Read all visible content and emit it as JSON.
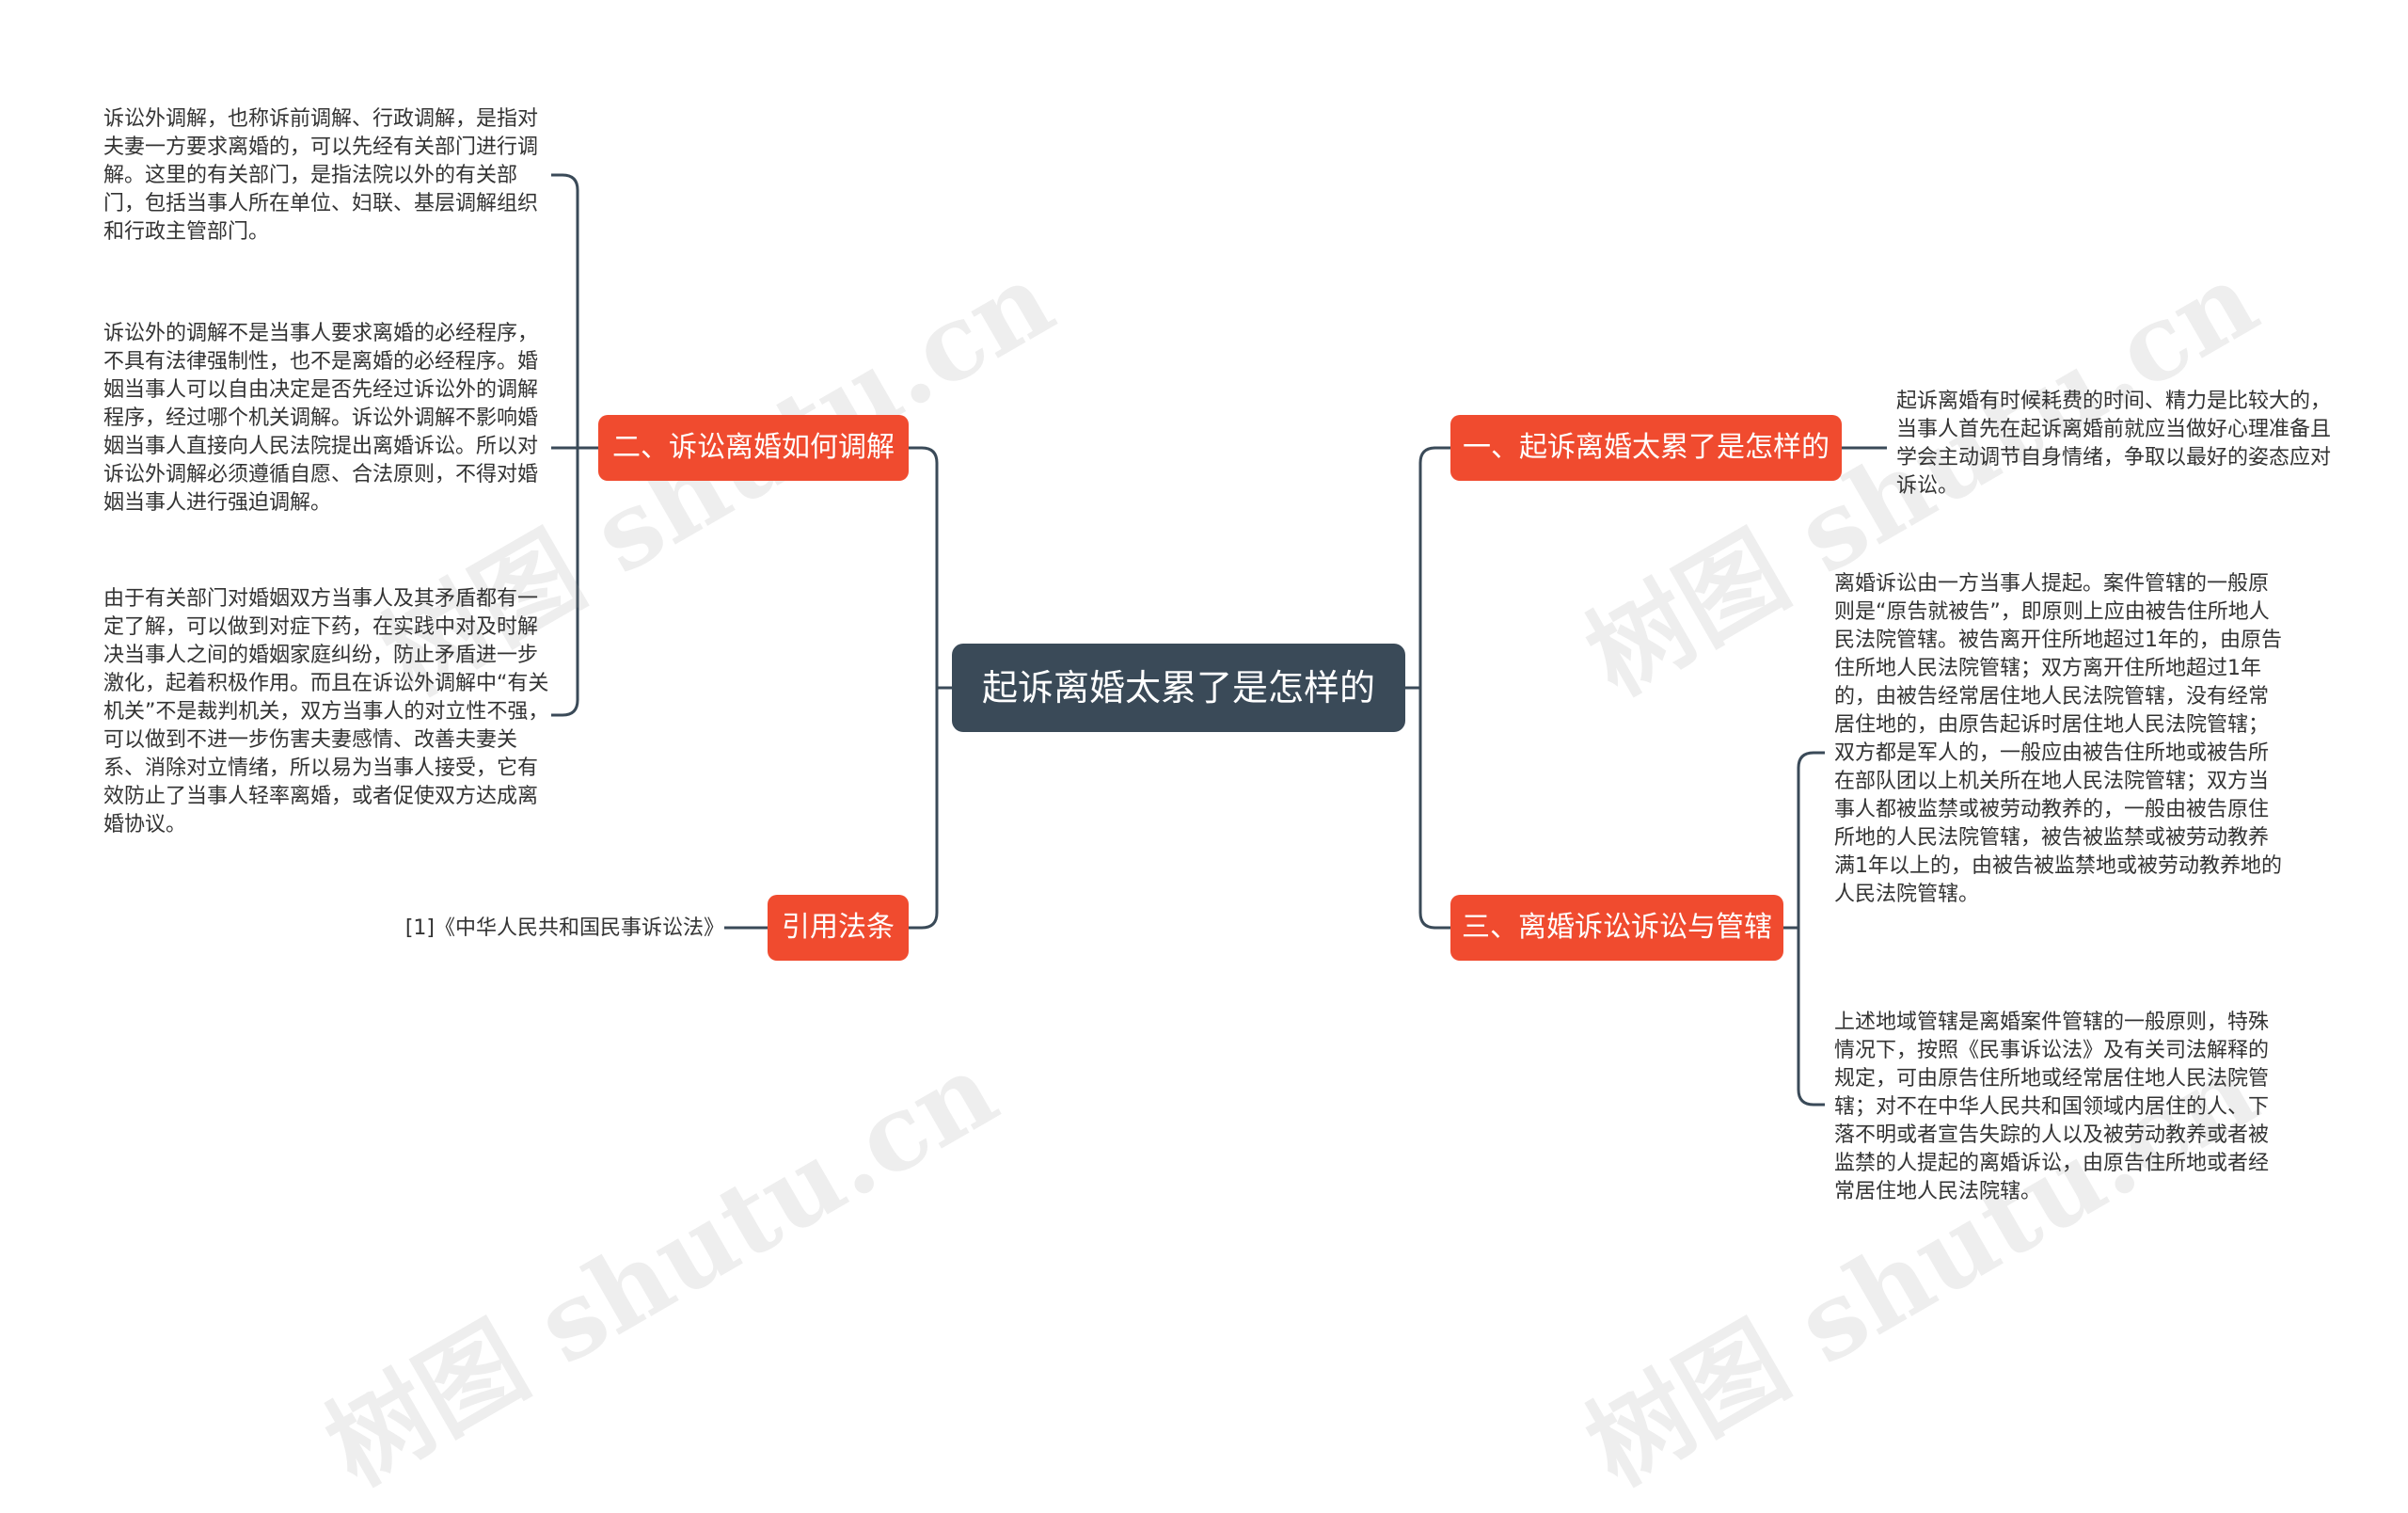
{
  "root": {
    "label": "起诉离婚太累了是怎样的"
  },
  "colors": {
    "root": "#3a4a58",
    "branch": "#f04b2f",
    "connector": "#3a4a58",
    "leaf_text": "#333333"
  },
  "branches": [
    {
      "label": "二、诉讼离婚如何调解",
      "leaves": [
        "诉讼外调解，也称诉前调解、行政调解，是指对夫妻一方要求离婚的，可以先经有关部门进行调解。这里的有关部门，是指法院以外的有关部门，包括当事人所在单位、妇联、基层调解组织和行政主管部门。",
        "诉讼外的调解不是当事人要求离婚的必经程序，不具有法律强制性，也不是离婚的必经程序。婚姻当事人可以自由决定是否先经过诉讼外的调解程序，经过哪个机关调解。诉讼外调解不影响婚姻当事人直接向人民法院提出离婚诉讼。所以对诉讼外调解必须遵循自愿、合法原则，不得对婚姻当事人进行强迫调解。",
        "由于有关部门对婚姻双方当事人及其矛盾都有一定了解，可以做到对症下药，在实践中对及时解决当事人之间的婚姻家庭纠纷，防止矛盾进一步激化，起着积极作用。而且在诉讼外调解中“有关机关”不是裁判机关，双方当事人的对立性不强，可以做到不进一步伤害夫妻感情、改善夫妻关系、消除对立情绪，所以易为当事人接受，它有效防止了当事人轻率离婚，或者促使双方达成离婚协议。"
      ]
    },
    {
      "label": "引用法条",
      "leaves": [
        "[1]《中华人民共和国民事诉讼法》"
      ]
    },
    {
      "label": "一、起诉离婚太累了是怎样的",
      "leaves": [
        "起诉离婚有时候耗费的时间、精力是比较大的，当事人首先在起诉离婚前就应当做好心理准备且学会主动调节自身情绪，争取以最好的姿态应对诉讼。"
      ]
    },
    {
      "label": "三、离婚诉讼诉讼与管辖",
      "leaves": [
        "离婚诉讼由一方当事人提起。案件管辖的一般原则是“原告就被告”，即原则上应由被告住所地人民法院管辖。被告离开住所地超过1年的，由原告住所地人民法院管辖；双方离开住所地超过1年的，由被告经常居住地人民法院管辖，没有经常居住地的，由原告起诉时居住地人民法院管辖；双方都是军人的，一般应由被告住所地或被告所在部队团以上机关所在地人民法院管辖；双方当事人都被监禁或被劳动教养的，一般由被告原住所地的人民法院管辖，被告被监禁或被劳动教养满1年以上的，由被告被监禁地或被劳动教养地的人民法院管辖。",
        "上述地域管辖是离婚案件管辖的一般原则，特殊情况下，按照《民事诉讼法》及有关司法解释的规定，可由原告住所地或经常居住地人民法院管辖；对不在中华人民共和国领域内居住的人、下落不明或者宣告失踪的人以及被劳动教养或者被监禁的人提起的离婚诉讼，由原告住所地或者经常居住地人民法院辖。"
      ]
    }
  ],
  "watermark": "树图 shutu.cn"
}
